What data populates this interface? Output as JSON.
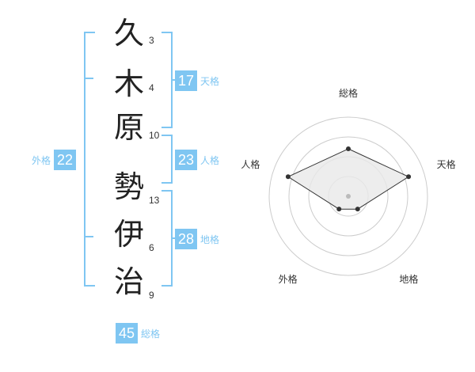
{
  "name": {
    "chars": [
      {
        "kanji": "久",
        "strokes": "3"
      },
      {
        "kanji": "木",
        "strokes": "4"
      },
      {
        "kanji": "原",
        "strokes": "10"
      },
      {
        "kanji": "勢",
        "strokes": "13"
      },
      {
        "kanji": "伊",
        "strokes": "6"
      },
      {
        "kanji": "治",
        "strokes": "9"
      }
    ]
  },
  "fortune": {
    "tenkaku": {
      "value": "17",
      "label": "天格"
    },
    "jinkaku": {
      "value": "23",
      "label": "人格"
    },
    "chikaku": {
      "value": "28",
      "label": "地格"
    },
    "gaikaku": {
      "value": "22",
      "label": "外格"
    },
    "soukaku": {
      "value": "45",
      "label": "総格"
    }
  },
  "chart_data": {
    "type": "radar",
    "axes": [
      "総格",
      "天格",
      "地格",
      "外格",
      "人格"
    ],
    "values": [
      3,
      4,
      1,
      1,
      4
    ],
    "max": 5,
    "rings": 4
  },
  "colors": {
    "accent": "#7fc6f2",
    "radar_fill": "#e8e8e8",
    "ring": "#cccccc"
  }
}
